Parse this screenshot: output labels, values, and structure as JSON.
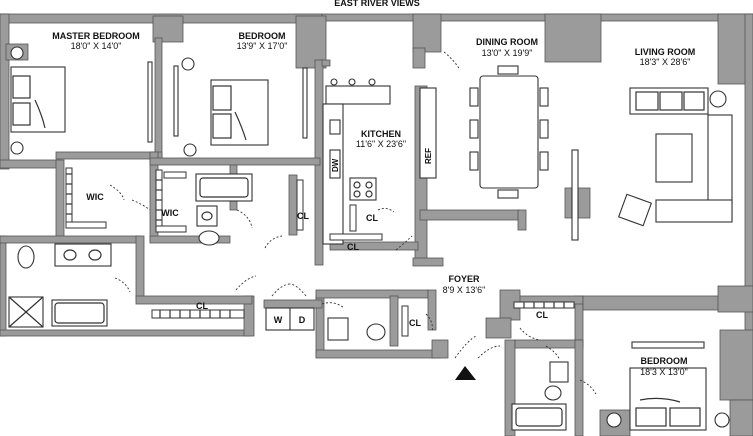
{
  "header": {
    "view_label": "EAST RIVER VIEWS"
  },
  "rooms": {
    "master_bedroom": {
      "name": "MASTER BEDROOM",
      "dims": "18'0\" X 14'0\""
    },
    "bedroom_2": {
      "name": "BEDROOM",
      "dims": "13'9\" X 17'0\""
    },
    "dining_room": {
      "name": "DINING ROOM",
      "dims": "13'0\" X 19'9\""
    },
    "living_room": {
      "name": "LIVING ROOM",
      "dims": "18'3\" X 28'6\""
    },
    "kitchen": {
      "name": "KITCHEN",
      "dims": "11'6\" X 23'6\""
    },
    "foyer": {
      "name": "FOYER",
      "dims": "8'9 X 13'6\""
    },
    "bedroom_3": {
      "name": "BEDROOM",
      "dims": "18'3 X 13'0\""
    }
  },
  "labels": {
    "wic": "WIC",
    "cl": "CL",
    "dw": "DW",
    "ref": "REF",
    "washer": "W",
    "dryer": "D"
  }
}
